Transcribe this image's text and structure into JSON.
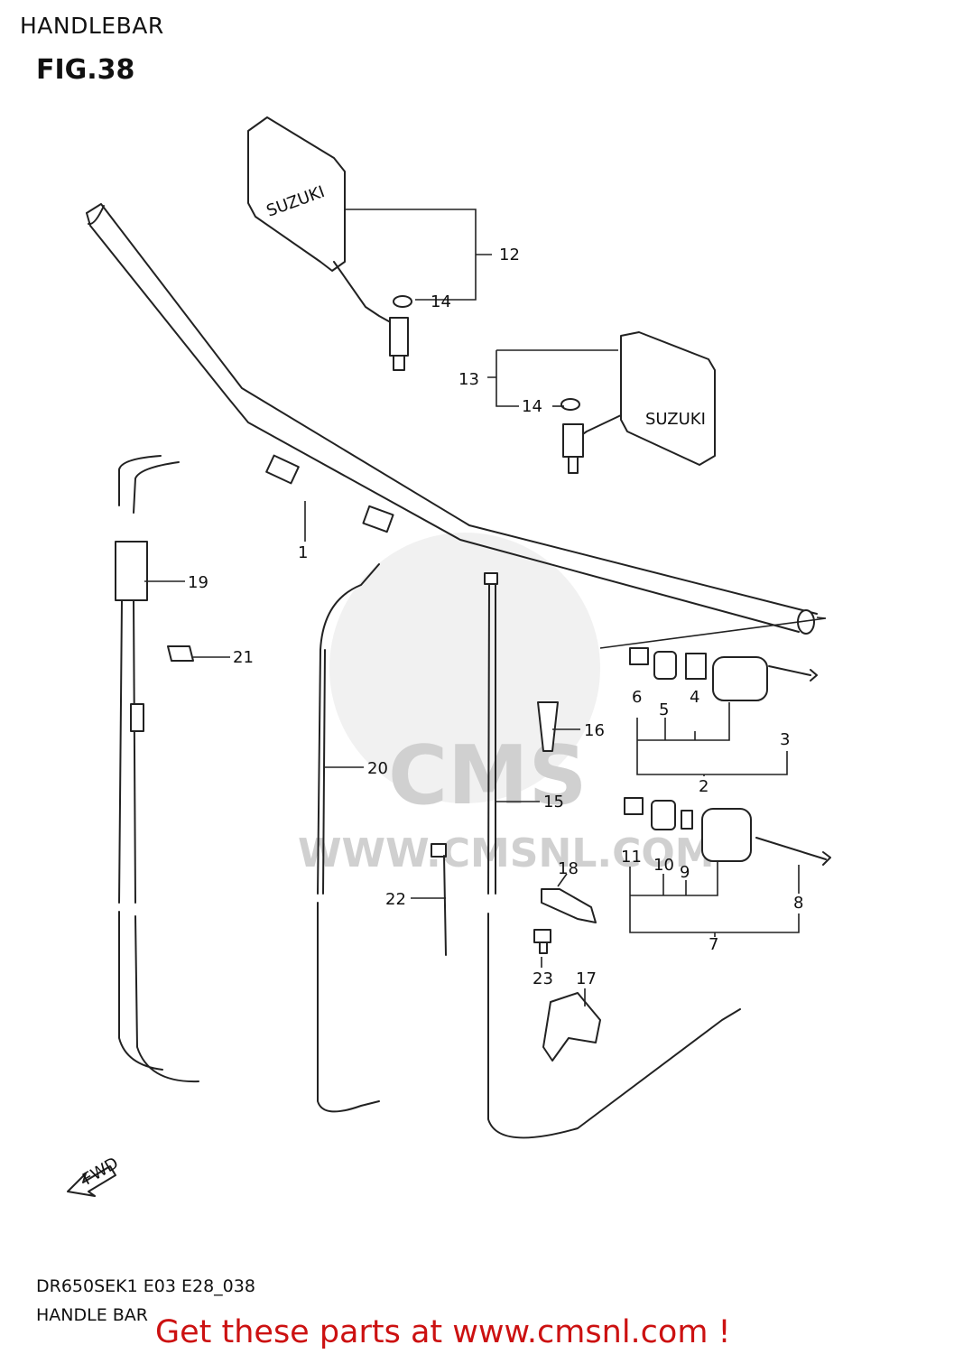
{
  "header": {
    "title": "HANDLEBAR",
    "figure": "FIG.38"
  },
  "footer": {
    "model_code": "DR650SEK1 E03 E28_038",
    "description": "HANDLE BAR"
  },
  "promo": "Get these parts at www.cmsnl.com !",
  "watermark": {
    "brand": "CMS",
    "url": "WWW.CMSNL.COM"
  },
  "mirror_labels": {
    "mirror": "SUZUKI"
  },
  "direction": {
    "label": "FWD"
  },
  "callouts": [
    "1",
    "2",
    "3",
    "4",
    "5",
    "6",
    "7",
    "8",
    "9",
    "10",
    "11",
    "12",
    "13",
    "14",
    "14",
    "15",
    "16",
    "17",
    "18",
    "19",
    "20",
    "21",
    "22",
    "23"
  ],
  "colors": {
    "promo": "#cc1111",
    "ink": "#222222",
    "watermark": "#d0d0d0"
  }
}
